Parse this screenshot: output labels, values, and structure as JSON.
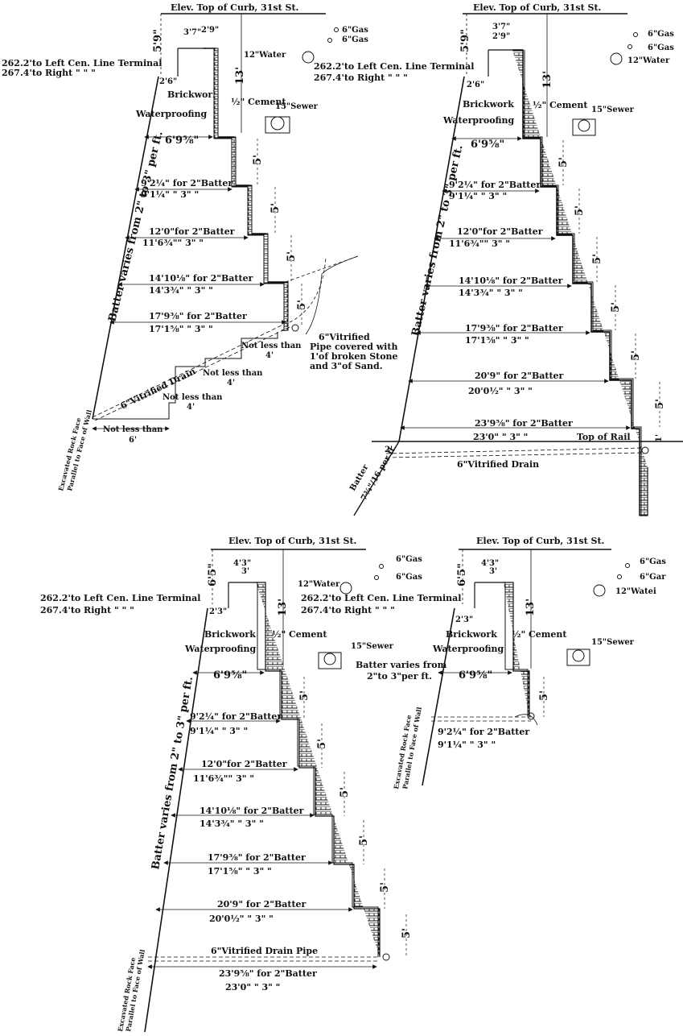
{
  "common": {
    "curb": "Elev. Top of Curb, 31st St.",
    "gas": "6\"Gas",
    "water": "12\"Water",
    "sewer": "15\"Sewer",
    "left_terminal": "262.2'to Left Cen. Line Terminal",
    "right_terminal": "267.4'to Right \"      \"        \"",
    "brickwork": "Brickwork",
    "waterproofing": "Waterproofing",
    "cement": "½\" Cement",
    "batter_long": "Batter varies from 2\" to 3\" per ft.",
    "rock_face_1": "Excavated Rock Face",
    "rock_face_2": "Parallel to Face of Wall",
    "dim_13": "13'",
    "dim_5": "5'",
    "dim_base": "6'9⅝\""
  },
  "step_widths": [
    {
      "a": "9'2¼\" for 2\"Batter",
      "b": "9'1¼\"   \"  3\"   \""
    },
    {
      "a": "12'0\"for 2\"Batter",
      "b": "11'6¾\"\"  3\"   \""
    },
    {
      "a": "14'10⅛\" for 2\"Batter",
      "b": "14'3¾\"   \"  3\"   \""
    },
    {
      "a": "17'9⅜\" for 2\"Batter",
      "b": "17'1⅝\"  \"  3\"   \""
    },
    {
      "a": "20'9\" for 2\"Batter",
      "b": "20'0½\"  \"  3\"   \""
    },
    {
      "a": "23'9⅝\" for 2\"Batter",
      "b": "23'0\"   \"  3\"   \""
    }
  ],
  "panel_a": {
    "top_dims": [
      "5'9\"",
      "3'7\"",
      "2'9\"",
      "2'6\""
    ],
    "pipe_note": [
      "6\"Vitrified",
      "Pipe covered with",
      "1'of broken Stone",
      "and 3\"of Sand."
    ],
    "drain": "6\"Vitrified Drain",
    "not_less_than": "Not less than",
    "four_ft": "4'",
    "six_ft": "6'"
  },
  "panel_b": {
    "top_dims": [
      "5'9\"",
      "3'7\"",
      "2'9\"",
      "2'6\""
    ],
    "top_of_rail": "Top of Rail",
    "rail_dim": "1'",
    "drain": "6\"Vitrified Drain",
    "batter_slope": [
      "Batter",
      "7¾\"/16 per ft."
    ],
    "two_ft": "2'"
  },
  "panel_c": {
    "top_dims": [
      "6'5\"",
      "4'3\"",
      "3'",
      "2'3\""
    ],
    "drain": "6\"Vitrified Drain Pipe"
  },
  "panel_d": {
    "top_dims": [
      "6'5\"",
      "4'3\"",
      "3'",
      "2'3\""
    ],
    "batter_short": [
      "Batter varies from",
      "2\"to 3\"per ft."
    ],
    "gas_alt": "6\"Gar",
    "water_alt": "12\"Watei"
  }
}
